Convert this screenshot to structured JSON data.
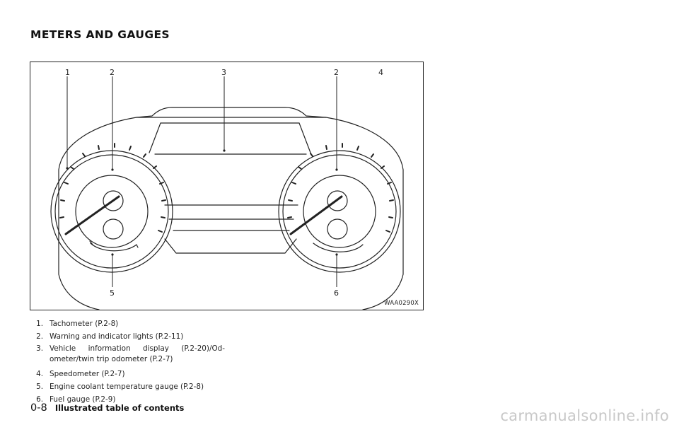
{
  "page": {
    "section_title": "METERS AND GAUGES",
    "figure": {
      "code": "WAA0290X",
      "callouts": {
        "top": [
          "1",
          "2",
          "3",
          "2",
          "4"
        ],
        "bottom": [
          "5",
          "6"
        ]
      }
    },
    "legend": [
      {
        "num": "1.",
        "text": "Tachometer (P.2-8)"
      },
      {
        "num": "2.",
        "text": "Warning and indicator lights (P.2-11)"
      },
      {
        "num": "3.",
        "text": "Vehicle information display (P.2-20)/Od-ometer/twin trip odometer (P.2-7)"
      },
      {
        "num": "4.",
        "text": "Speedometer (P.2-7)"
      },
      {
        "num": "5.",
        "text": "Engine coolant temperature gauge (P.2-8)"
      },
      {
        "num": "6.",
        "text": "Fuel gauge (P.2-9)"
      }
    ],
    "footer": {
      "page_number": "0-8",
      "chapter": "Illustrated table of contents"
    },
    "watermark": "carmanualsonline.info"
  }
}
